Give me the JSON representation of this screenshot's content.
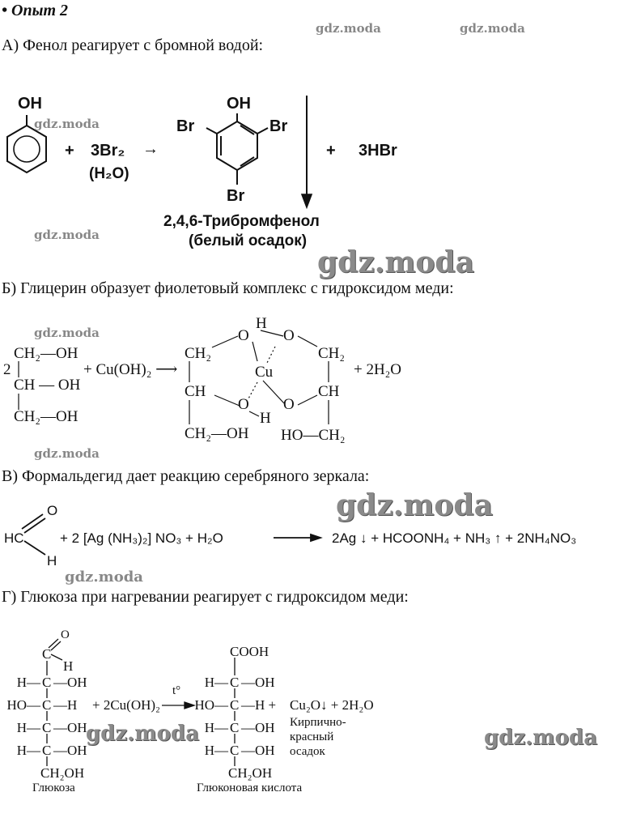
{
  "header": {
    "title": "• Опыт 2"
  },
  "watermark": "gdz.moda",
  "a": {
    "label": "А) Фенол реагирует с бромной водой:",
    "phenol_oh": "OH",
    "plus1": "+",
    "reagent": "3Br₂",
    "condition": "(H₂O)",
    "arrow": "→",
    "product_oh": "OH",
    "br_left": "Br",
    "br_right": "Br",
    "br_bottom": "Br",
    "plus2": "+",
    "byproduct": "3HBr",
    "product_name": "2,4,6-Трибромфенол",
    "product_note": "(белый осадок)"
  },
  "b": {
    "label": "Б) Глицерин образует фиолетовый комплекс с гидроксидом меди:",
    "coef": "2",
    "row1": "CH₂—OH",
    "row2": "CH — OH",
    "row3": "CH₂—OH",
    "reagent": "+ Cu(OH)₂ ⟶",
    "l_ch2": "CH₂",
    "l_ch": "CH",
    "l_ch2oh": "CH₂—OH",
    "o_tl": "O",
    "h_top": "H",
    "o_tr": "O",
    "cu": "Cu",
    "o_bl": "O",
    "h_bottom": "H",
    "o_br": "O",
    "r_ch2": "CH₂",
    "r_ch": "CH",
    "r_hoch2": "HO—CH₂",
    "product": "+ 2H₂O"
  },
  "v": {
    "label": "В) Формальдегид дает реакцию серебряного зеркала:",
    "hc": "HC",
    "o": "O",
    "h": "H",
    "reagents": "+ 2 [Ag (NH₃)₂] NO₃ + H₂O",
    "products": "2Ag ↓ + HCOONH₄ + NH₃ ↑ + 2NH₄NO₃"
  },
  "g": {
    "label": "Г) Глюкоза при нагревании реагирует с гидроксидом меди:",
    "glucose": {
      "o": "O",
      "c": "C",
      "h": "H",
      "rows": [
        {
          "l": "H—",
          "c": "C",
          "r": "—OH"
        },
        {
          "l": "HO—",
          "c": "C",
          "r": "—H"
        },
        {
          "l": "H—",
          "c": "C",
          "r": "—OH"
        },
        {
          "l": "H—",
          "c": "C",
          "r": "—OH"
        }
      ],
      "bottom": "CH₂OH",
      "name": "Глюкоза"
    },
    "reagent": "+ 2Cu(OH)₂",
    "condition": "t°",
    "gluconic": {
      "top": "COOH",
      "rows": [
        {
          "l": "H—",
          "c": "C",
          "r": "—OH"
        },
        {
          "l": "HO—",
          "c": "C",
          "r": "—H +"
        },
        {
          "l": "H—",
          "c": "C",
          "r": "—OH"
        },
        {
          "l": "H—",
          "c": "C",
          "r": "—OH"
        }
      ],
      "bottom": "CH₂OH",
      "name": "Глюконовая кислота"
    },
    "byproduct": "Cu₂O↓ + 2H₂O",
    "note": [
      "Кирпично-",
      "красный",
      "осадок"
    ]
  }
}
